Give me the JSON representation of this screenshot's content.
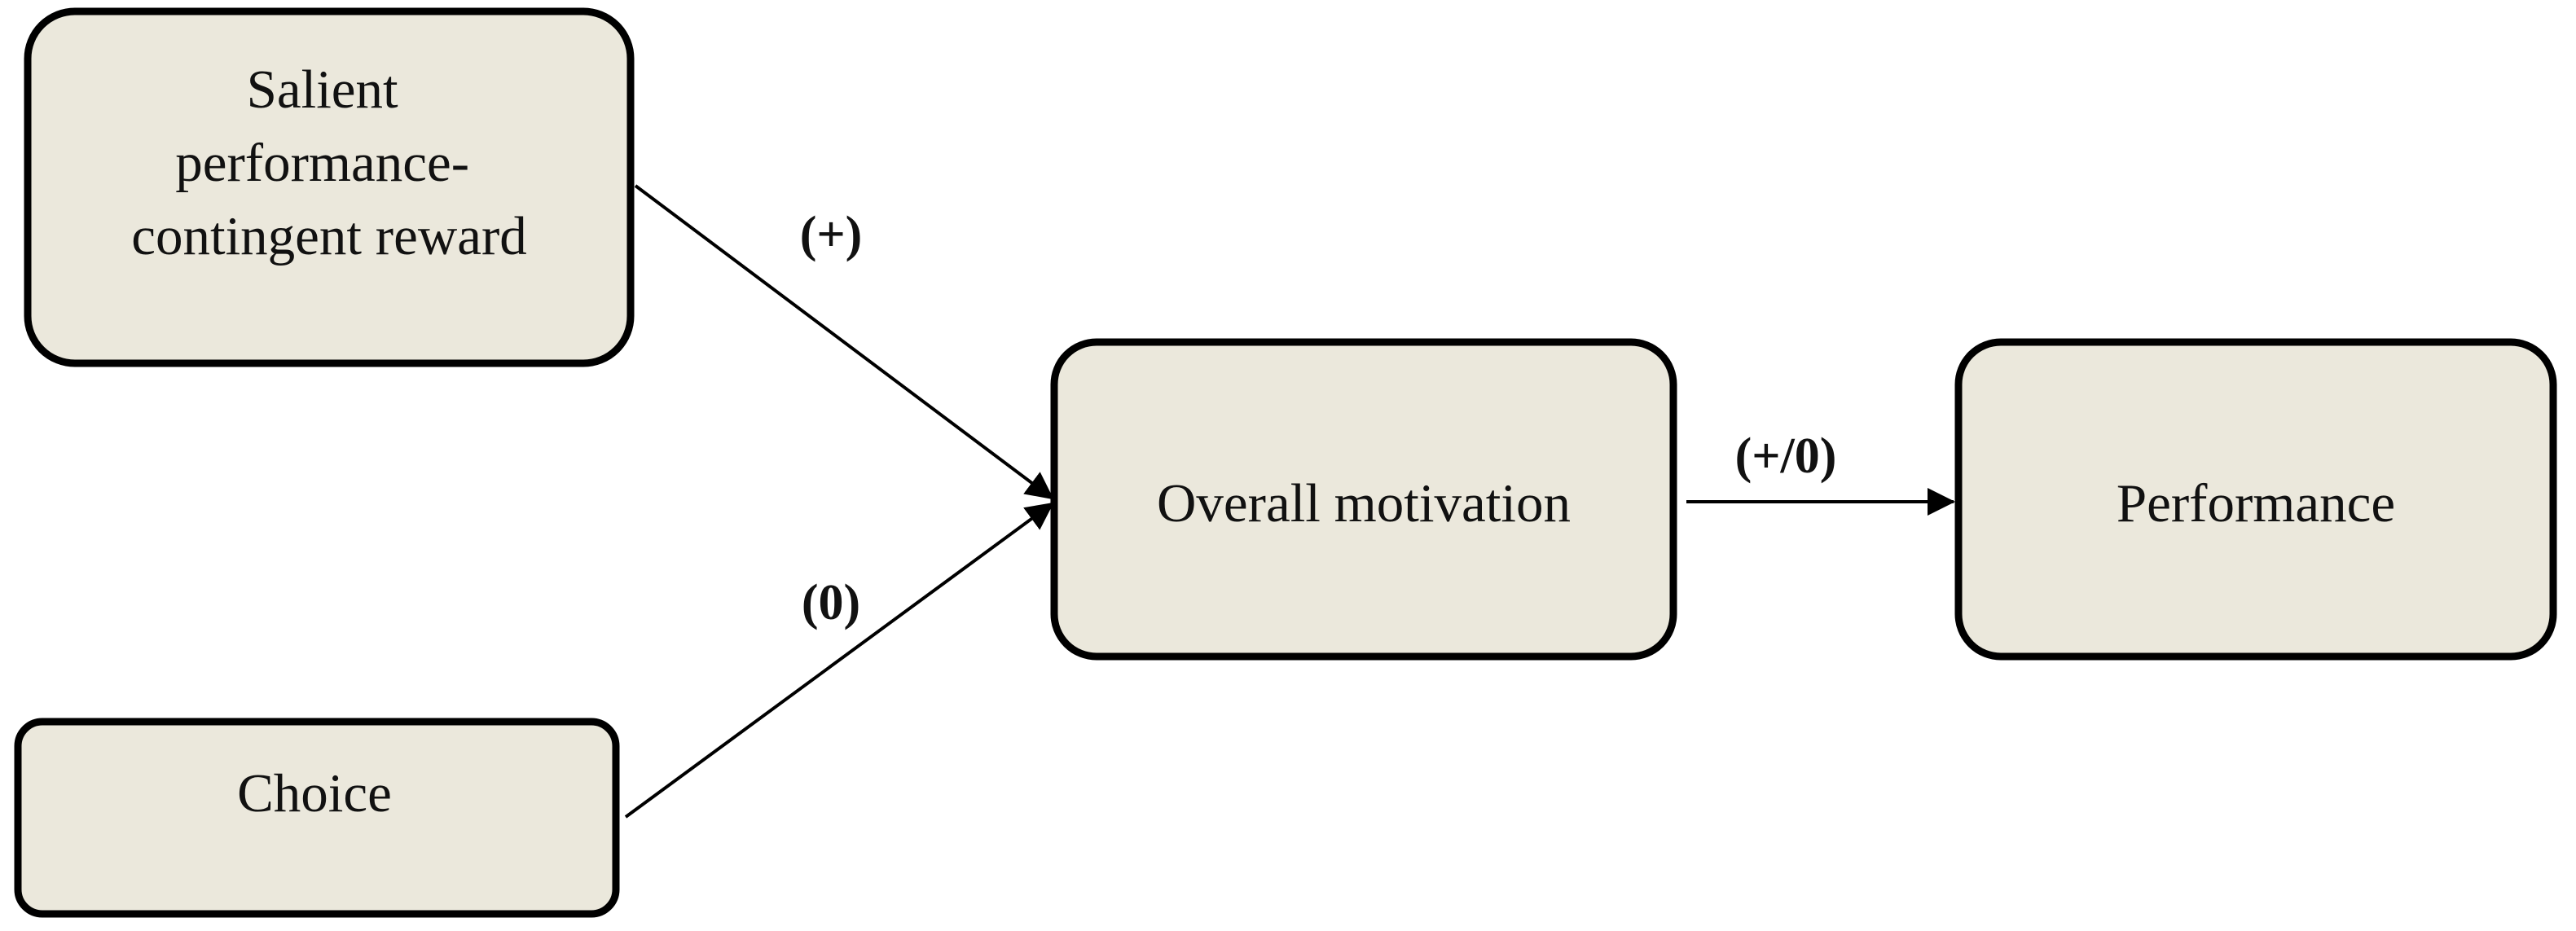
{
  "diagram": {
    "nodes": {
      "reward": {
        "lines": [
          "Salient",
          "performance-",
          "contingent reward"
        ]
      },
      "choice": {
        "label": "Choice"
      },
      "motivation": {
        "label": "Overall motivation"
      },
      "performance": {
        "label": "Performance"
      }
    },
    "edges": {
      "reward_to_motivation": "(+)",
      "choice_to_motivation": "(0)",
      "motivation_to_performance": "(+/0)"
    },
    "colors": {
      "box_fill": "#ebe8dc",
      "box_stroke": "#000000",
      "text": "#111111"
    }
  }
}
